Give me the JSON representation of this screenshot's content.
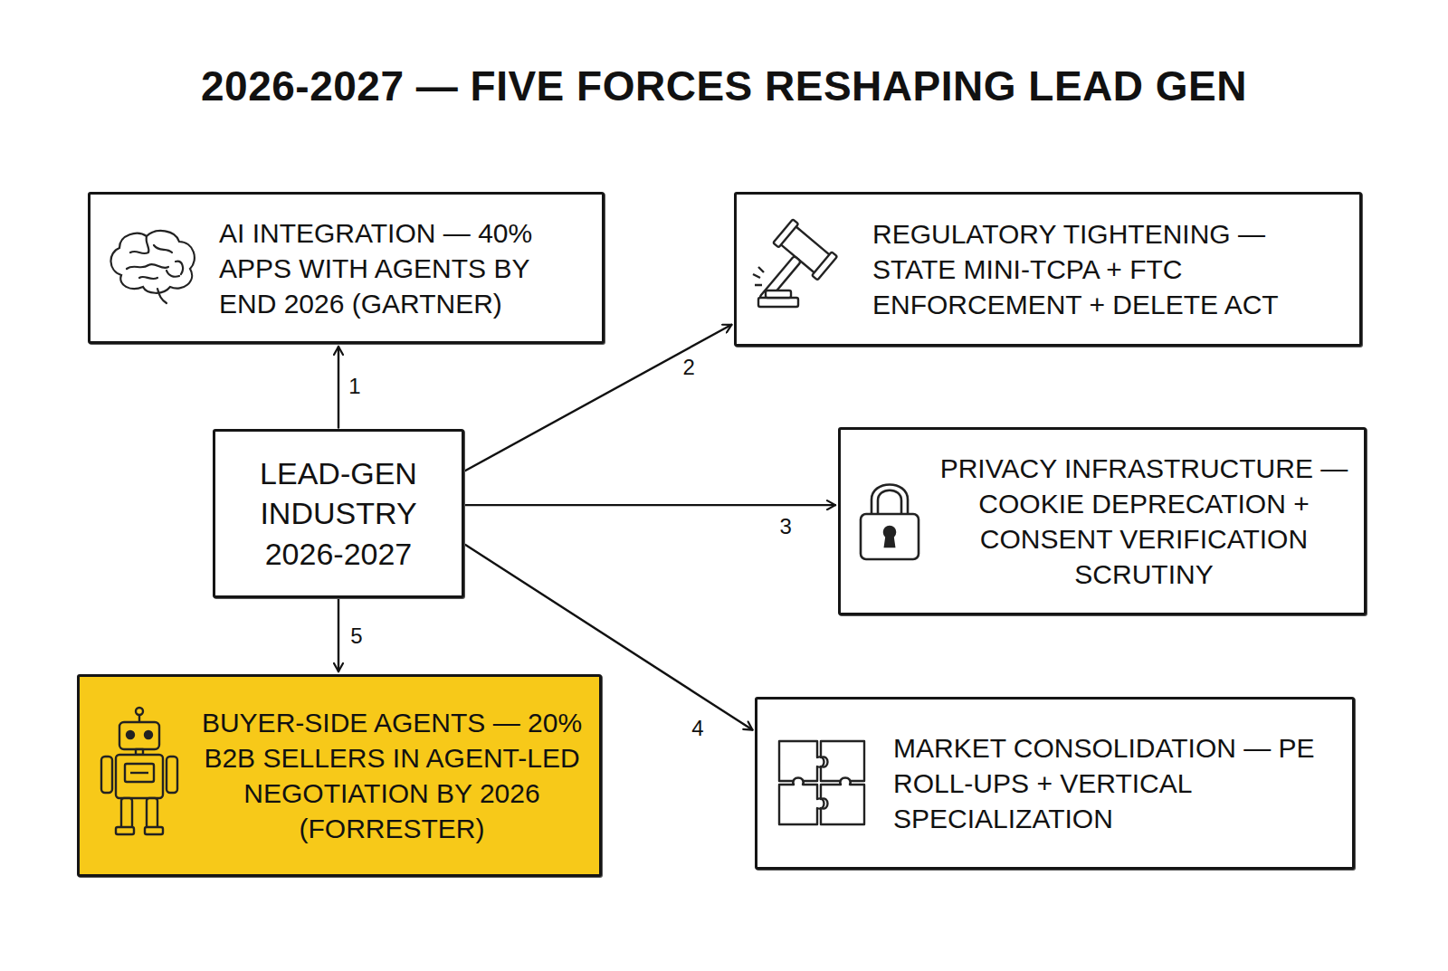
{
  "diagram": {
    "title": "2026-2027 — FIVE FORCES RESHAPING LEAD GEN",
    "nodes": [
      {
        "text": [
          "AI INTEGRATION — 40% APPS WITH AGENTS BY END 2026 (GARTNER)"
        ]
      },
      {
        "text": [
          "REGULATORY TIGHTENING — STATE MINI-TCPA + FTC ENFORCEMENT + DELETE ACT"
        ]
      },
      {
        "text": [
          "LEAD-GEN INDUSTRY 2026-2027"
        ]
      },
      {
        "text": [
          "PRIVACY INFRASTRUCTURE — COOKIE DEPRECATION + CONSENT VERIFICATION SCRUTINY"
        ]
      },
      {
        "text": [
          "BUYER-SIDE AGENTS — 20% B2B SELLERS IN AGENT-LED NEGOTIATION BY 2026 (FORRESTER)"
        ]
      },
      {
        "text": [
          "MARKET CONSOLIDATION — PE ROLL-UPS + VERTICAL SPECIALIZATION"
        ]
      }
    ],
    "edges": [
      {
        "from": 2,
        "to": 0,
        "label": "1",
        "arrow": "to"
      },
      {
        "from": 2,
        "to": 1,
        "label": "2",
        "arrow": "to"
      },
      {
        "from": 2,
        "to": 3,
        "label": "3",
        "arrow": "to"
      },
      {
        "from": 2,
        "to": 5,
        "label": "4",
        "arrow": "to"
      },
      {
        "from": 2,
        "to": 4,
        "label": "5",
        "arrow": "to"
      }
    ]
  }
}
